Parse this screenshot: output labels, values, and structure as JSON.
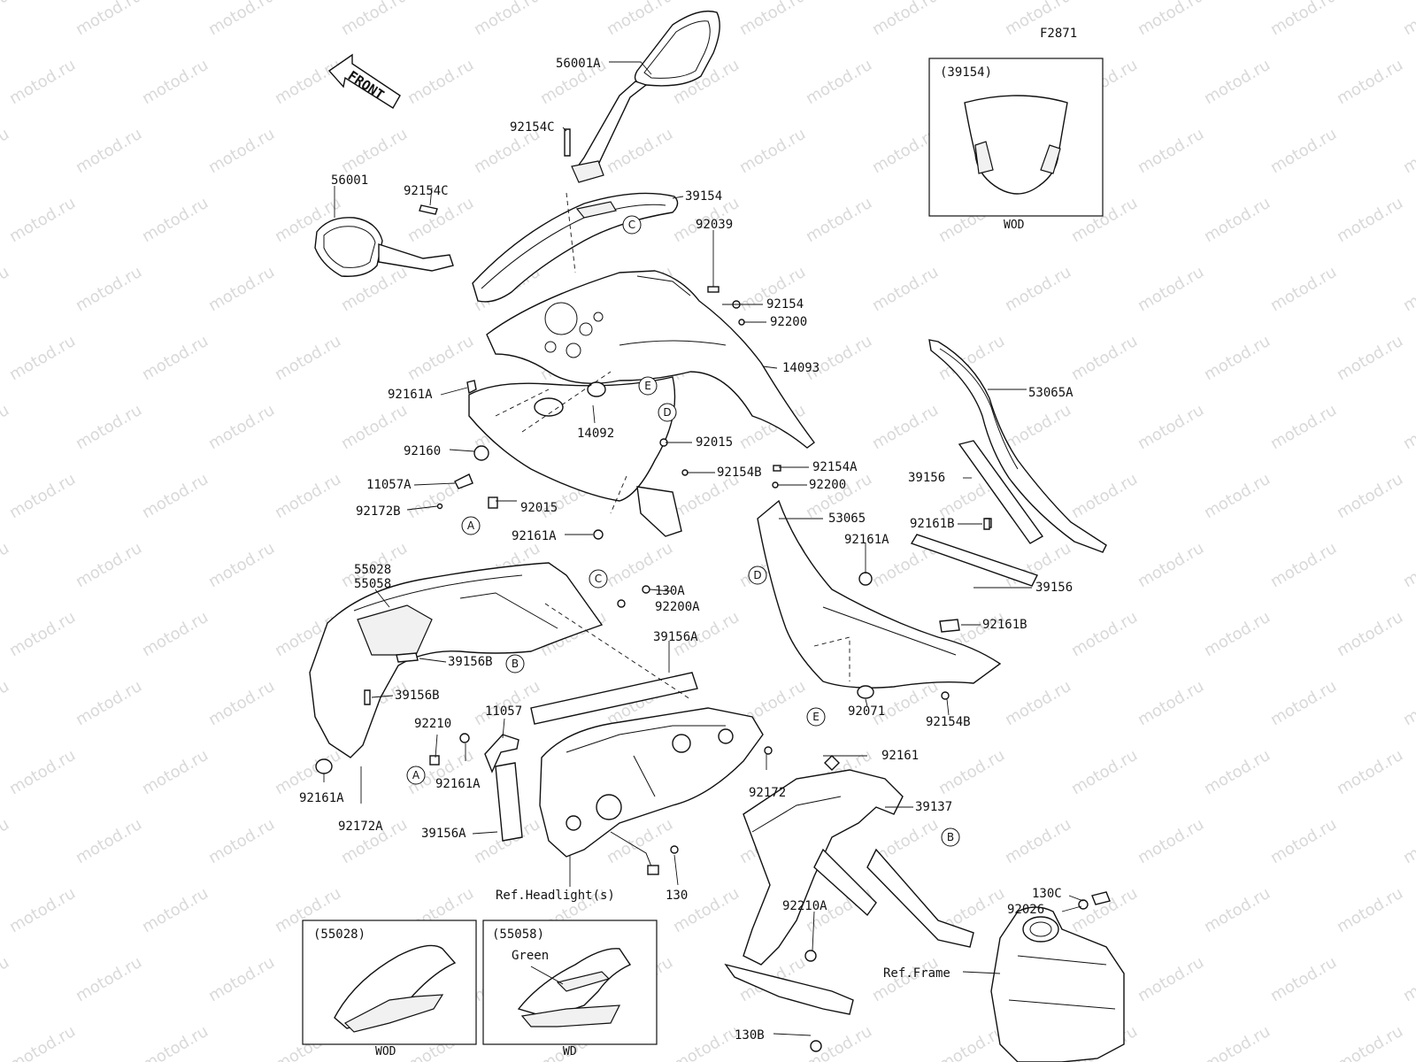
{
  "figure_code": "F2871",
  "front_label": "FRONT",
  "watermark": "motod.ru",
  "callouts": [
    {
      "id": "56001A",
      "text": "56001A"
    },
    {
      "id": "92154C-top",
      "text": "92154C"
    },
    {
      "id": "56001",
      "text": "56001"
    },
    {
      "id": "92154C-left",
      "text": "92154C"
    },
    {
      "id": "39154",
      "text": "39154"
    },
    {
      "id": "92039",
      "text": "92039"
    },
    {
      "id": "92154",
      "text": "92154"
    },
    {
      "id": "92200",
      "text": "92200"
    },
    {
      "id": "14093",
      "text": "14093"
    },
    {
      "id": "92161A-1",
      "text": "92161A"
    },
    {
      "id": "14092",
      "text": "14092"
    },
    {
      "id": "92015-1",
      "text": "92015"
    },
    {
      "id": "92160",
      "text": "92160"
    },
    {
      "id": "92154B-1",
      "text": "92154B"
    },
    {
      "id": "92154A",
      "text": "92154A"
    },
    {
      "id": "11057A",
      "text": "11057A"
    },
    {
      "id": "92200-2",
      "text": "92200"
    },
    {
      "id": "92015-2",
      "text": "92015"
    },
    {
      "id": "92172B",
      "text": "92172B"
    },
    {
      "id": "92161A-2",
      "text": "92161A"
    },
    {
      "id": "53065",
      "text": "53065"
    },
    {
      "id": "53065A",
      "text": "53065A"
    },
    {
      "id": "39156-1",
      "text": "39156"
    },
    {
      "id": "92161B-1",
      "text": "92161B"
    },
    {
      "id": "92161A-3",
      "text": "92161A"
    },
    {
      "id": "39156-2",
      "text": "39156"
    },
    {
      "id": "92161B-2",
      "text": "92161B"
    },
    {
      "id": "55028",
      "text": "55028"
    },
    {
      "id": "55058",
      "text": "55058"
    },
    {
      "id": "130A",
      "text": "130A"
    },
    {
      "id": "92200A",
      "text": "92200A"
    },
    {
      "id": "39156B-1",
      "text": "39156B"
    },
    {
      "id": "39156A-1",
      "text": "39156A"
    },
    {
      "id": "39156B-2",
      "text": "39156B"
    },
    {
      "id": "92210",
      "text": "92210"
    },
    {
      "id": "11057",
      "text": "11057"
    },
    {
      "id": "92071",
      "text": "92071"
    },
    {
      "id": "92154B-2",
      "text": "92154B"
    },
    {
      "id": "92161",
      "text": "92161"
    },
    {
      "id": "92161A-4",
      "text": "92161A"
    },
    {
      "id": "92172",
      "text": "92172"
    },
    {
      "id": "92161A-5",
      "text": "92161A"
    },
    {
      "id": "92172A",
      "text": "92172A"
    },
    {
      "id": "39137",
      "text": "39137"
    },
    {
      "id": "39156A-2",
      "text": "39156A"
    },
    {
      "id": "ref-headlights",
      "text": "Ref.Headlight(s)"
    },
    {
      "id": "130",
      "text": "130"
    },
    {
      "id": "92210A",
      "text": "92210A"
    },
    {
      "id": "130C",
      "text": "130C"
    },
    {
      "id": "92026",
      "text": "92026"
    },
    {
      "id": "ref-frame",
      "text": "Ref.Frame"
    },
    {
      "id": "130B",
      "text": "130B"
    }
  ],
  "reference_markers": [
    {
      "id": "C-1",
      "letter": "C"
    },
    {
      "id": "E-1",
      "letter": "E"
    },
    {
      "id": "D-1",
      "letter": "D"
    },
    {
      "id": "A-1",
      "letter": "A"
    },
    {
      "id": "D-2",
      "letter": "D"
    },
    {
      "id": "C-2",
      "letter": "C"
    },
    {
      "id": "B-1",
      "letter": "B"
    },
    {
      "id": "E-2",
      "letter": "E"
    },
    {
      "id": "A-2",
      "letter": "A"
    },
    {
      "id": "B-2",
      "letter": "B"
    }
  ],
  "insets": [
    {
      "id": "windshield",
      "part": "(39154)",
      "variant": "WOD",
      "note": ""
    },
    {
      "id": "cowl-wod",
      "part": "(55028)",
      "variant": "WOD",
      "note": ""
    },
    {
      "id": "cowl-wd",
      "part": "(55058)",
      "variant": "WD",
      "note": "Green"
    }
  ]
}
